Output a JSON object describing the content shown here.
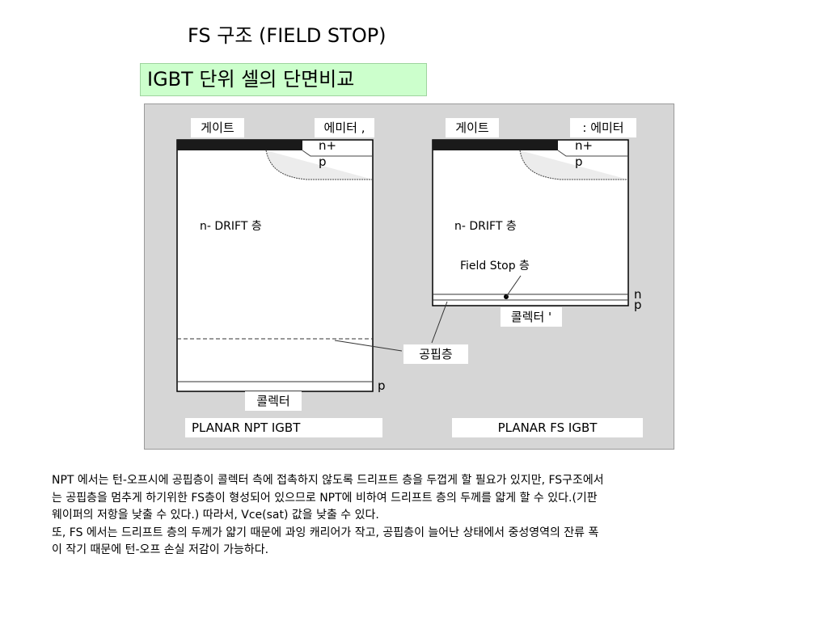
{
  "title": "FS 구조 (FIELD STOP)",
  "subtitle": "IGBT 단위 셀의 단면비교",
  "left_cell": {
    "gate_label": "게이트",
    "emitter_label": "에미터 ,",
    "nplus_label": "n+",
    "p_label": "p",
    "drift_label": "n-   DRIFT 층",
    "p_bottom_label": "p",
    "collector_label": "콜렉터",
    "caption": "PLANAR NPT IGBT"
  },
  "right_cell": {
    "gate_label": "게이트",
    "emitter_label": ": 에미터",
    "nplus_label": "n+",
    "p_label": "p",
    "drift_label": "n-   DRIFT 층",
    "field_stop_label": "Field Stop 층",
    "n_label": "n",
    "p_bottom_label": "p",
    "collector_label": "콜렉터 '",
    "caption": "PLANAR FS IGBT"
  },
  "depletion_label": "공핍층",
  "paragraph": [
    "NPT 에서는 턴-오프시에 공핍층이 콜렉터 측에 접촉하지 않도록 드리프트 층을 두껍게 할 필요가 있지만, FS구조에서",
    "는 공핍층을  멈추게 하기위한 FS층이 형성되어 있으므로 NPT에 비하여 드리프트 층의  두께를 얇게 할 수 있다.(기판",
    "웨이퍼의 저항을 낮출 수 있다.) 따라서, Vce(sat) 값을 낮출 수 있다.",
    "또, FS 에서는 드리프트 층의 두께가 얇기 때문에 과잉 캐리어가 작고, 공핍층이 늘어난 상태에서 중성영역의 잔류 폭",
    "이 작기 때문에 턴-오프 손실 저감이 가능하다."
  ],
  "colors": {
    "subtitle_bg": "#ccffcc",
    "figure_bg": "#d6d6d6",
    "gate_metal": "#1a1a1a"
  }
}
